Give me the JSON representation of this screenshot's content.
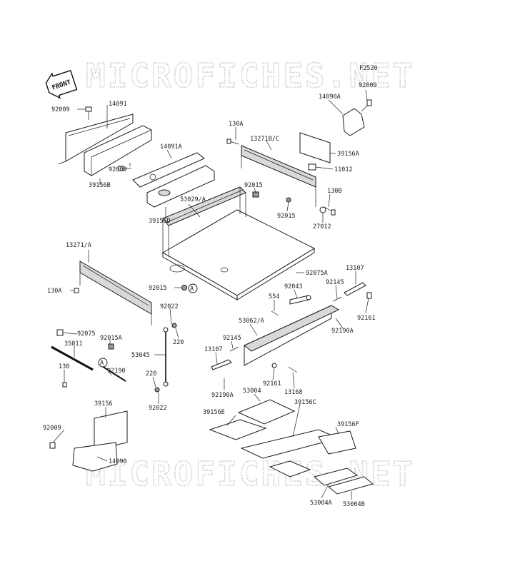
{
  "diagram_code": "F2520",
  "watermark": "MICROFICHES.NET",
  "front_label": "FRONT",
  "callout_marker": "A",
  "parts": [
    {
      "id": "p92009a",
      "label": "92009"
    },
    {
      "id": "p14091",
      "label": "14091"
    },
    {
      "id": "p39156B",
      "label": "39156B"
    },
    {
      "id": "p14091A",
      "label": "14091A"
    },
    {
      "id": "p92009b",
      "label": "92009"
    },
    {
      "id": "p39156D",
      "label": "39156D"
    },
    {
      "id": "p53029A",
      "label": "53029/A"
    },
    {
      "id": "p130Aa",
      "label": "130A"
    },
    {
      "id": "p13271BC",
      "label": "13271B/C"
    },
    {
      "id": "p92015a",
      "label": "92015"
    },
    {
      "id": "p92015b",
      "label": "92015"
    },
    {
      "id": "p14090A",
      "label": "14090A"
    },
    {
      "id": "p92009c",
      "label": "92009"
    },
    {
      "id": "p39156A",
      "label": "39156A"
    },
    {
      "id": "p11012",
      "label": "11012"
    },
    {
      "id": "p130B",
      "label": "130B"
    },
    {
      "id": "p27012",
      "label": "27012"
    },
    {
      "id": "p13271A",
      "label": "13271/A"
    },
    {
      "id": "p130Ab",
      "label": "130A"
    },
    {
      "id": "p92015c",
      "label": "92015"
    },
    {
      "id": "p92075A",
      "label": "92075A"
    },
    {
      "id": "p13107a",
      "label": "13107"
    },
    {
      "id": "p92043",
      "label": "92043"
    },
    {
      "id": "p92145a",
      "label": "92145"
    },
    {
      "id": "p554",
      "label": "554"
    },
    {
      "id": "p92161a",
      "label": "92161"
    },
    {
      "id": "p53062A",
      "label": "53062/A"
    },
    {
      "id": "p92190Aa",
      "label": "92190A"
    },
    {
      "id": "p92022a",
      "label": "92022"
    },
    {
      "id": "p220a",
      "label": "220"
    },
    {
      "id": "p92075",
      "label": "92075"
    },
    {
      "id": "p92015A",
      "label": "92015A"
    },
    {
      "id": "p35011",
      "label": "35011"
    },
    {
      "id": "p53045",
      "label": "53045"
    },
    {
      "id": "p130",
      "label": "130"
    },
    {
      "id": "p92190",
      "label": "92190"
    },
    {
      "id": "p220b",
      "label": "220"
    },
    {
      "id": "p92022b",
      "label": "92022"
    },
    {
      "id": "p92145b",
      "label": "92145"
    },
    {
      "id": "p13107b",
      "label": "13107"
    },
    {
      "id": "p92161b",
      "label": "92161"
    },
    {
      "id": "p13168",
      "label": "13168"
    },
    {
      "id": "p92190Ab",
      "label": "92190A"
    },
    {
      "id": "p53004",
      "label": "53004"
    },
    {
      "id": "p39156E",
      "label": "39156E"
    },
    {
      "id": "p39156C",
      "label": "39156C"
    },
    {
      "id": "p39156F",
      "label": "39156F"
    },
    {
      "id": "p39156",
      "label": "39156"
    },
    {
      "id": "p92009d",
      "label": "92009"
    },
    {
      "id": "p14090",
      "label": "14090"
    },
    {
      "id": "p53004A",
      "label": "53004A"
    },
    {
      "id": "p53004B",
      "label": "53004B"
    }
  ]
}
